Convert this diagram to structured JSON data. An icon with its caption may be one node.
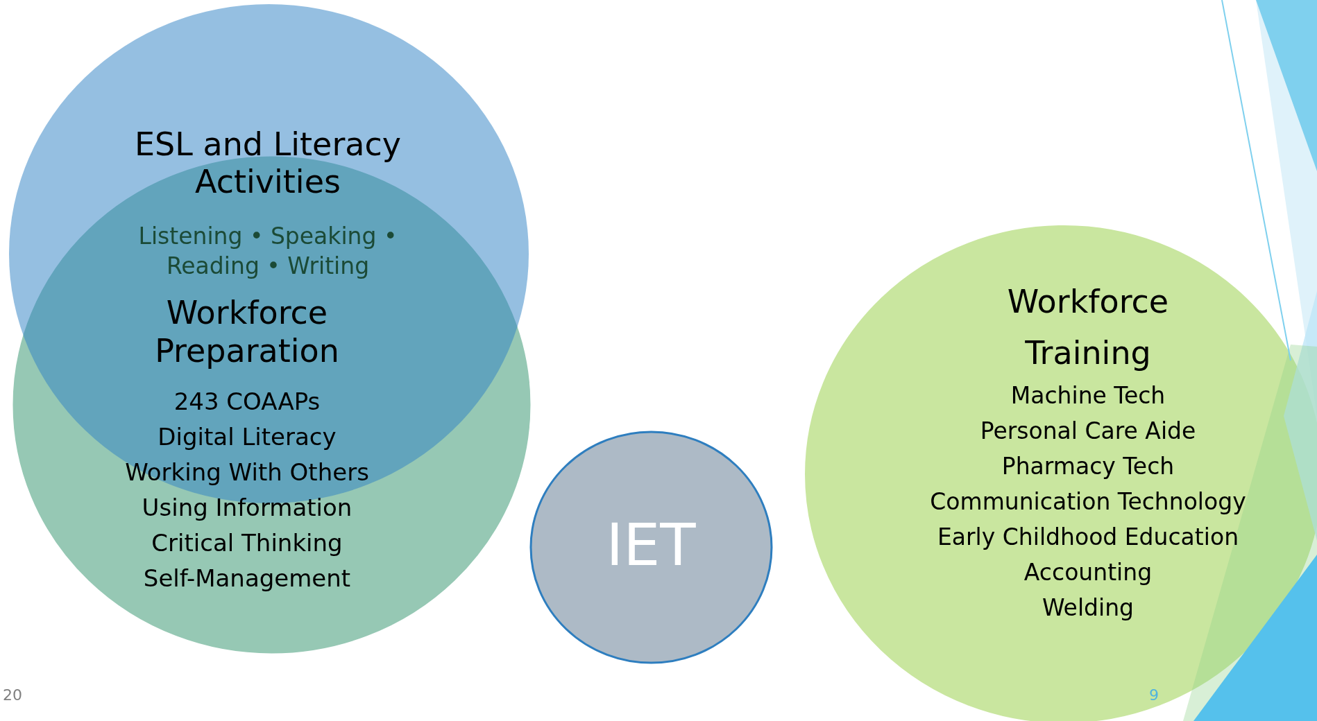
{
  "diagram": {
    "nodes": [
      {
        "text": [
          "ESL and Literacy Activities",
          "Listening • Speaking • Reading • Writing"
        ]
      },
      {
        "text": [
          "Workforce Preparation",
          "243 COAAPs",
          "Digital Literacy",
          "Working With Others",
          "Using Information",
          "Critical Thinking",
          "Self-Management"
        ]
      },
      {
        "text": [
          "IET"
        ]
      },
      {
        "text": [
          "Workforce Training",
          "Machine Tech",
          "Personal Care Aide",
          "Pharmacy Tech",
          "Communication Technology",
          "Early Childhood Education",
          "Accounting",
          "Welding"
        ]
      }
    ],
    "labels": [
      "20",
      "9"
    ]
  }
}
